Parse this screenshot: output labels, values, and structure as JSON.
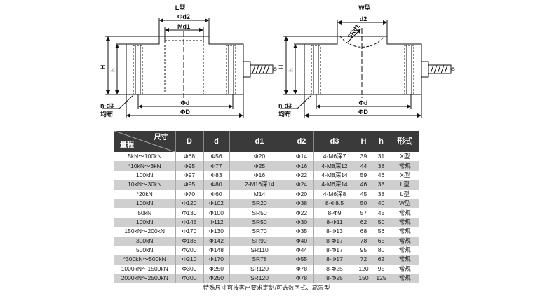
{
  "drawings": {
    "l_type": {
      "title": "L型",
      "phi_d2": "Φd2",
      "md1": "Md1",
      "H": "H",
      "h": "h",
      "phi_d": "Φd",
      "phi_D": "ΦD",
      "n_d3": "n-d3",
      "distributed": "均布"
    },
    "w_type": {
      "title": "W型",
      "d2": "d2",
      "sr_d1": "SRd1",
      "H": "H",
      "h": "h",
      "phi_d": "Φd",
      "phi_D": "ΦD",
      "n_d3": "n-d3",
      "distributed": "均布"
    }
  },
  "table": {
    "header": {
      "size": "尺寸",
      "range": "量程",
      "cols": [
        "D",
        "d",
        "d1",
        "d2",
        "d3",
        "H",
        "h",
        "形式"
      ]
    },
    "rows": [
      [
        "5kN～100kN",
        "Φ68",
        "Φ56",
        "Φ20",
        "Φ14",
        "4-M6深7",
        "39",
        "31",
        "X型"
      ],
      [
        "*10kN～3kN",
        "Φ95",
        "Φ77",
        "Φ25",
        "Φ16",
        "4-M8深12",
        "44",
        "38",
        "常规"
      ],
      [
        "100kN",
        "Φ97",
        "Φ83",
        "Φ16",
        "Φ22",
        "4-M8深14",
        "59",
        "46",
        "X型"
      ],
      [
        "10kN～30kN",
        "Φ95",
        "Φ80",
        "2-M16深14",
        "Φ24",
        "4-M6深14",
        "46",
        "38",
        "L型"
      ],
      [
        "*20kN",
        "Φ70",
        "Φ60",
        "M14",
        "Φ20",
        "4-M6深8",
        "45",
        "38",
        "L型"
      ],
      [
        "100kN",
        "Φ120",
        "Φ102",
        "SR20",
        "Φ38",
        "8-Φ8.5",
        "50",
        "40",
        "W型"
      ],
      [
        "50kN",
        "Φ130",
        "Φ100",
        "SR50",
        "Φ22",
        "8-Φ9",
        "57",
        "45",
        "常规"
      ],
      [
        "100kN",
        "Φ145",
        "Φ112",
        "SR50",
        "Φ30",
        "8-Φ11",
        "62",
        "50",
        "常规"
      ],
      [
        "150kN～200kN",
        "Φ170",
        "Φ130",
        "SR70",
        "Φ35",
        "8-Φ13",
        "68",
        "56",
        "常规"
      ],
      [
        "300kN",
        "Φ188",
        "Φ142",
        "SR90",
        "Φ40",
        "8-Φ17",
        "78",
        "65",
        "常规"
      ],
      [
        "500kN",
        "Φ200",
        "Φ148",
        "SR110",
        "Φ44",
        "8-Φ17",
        "95",
        "80",
        "常规"
      ],
      [
        "*300kN～500kN",
        "Φ210",
        "Φ170",
        "SR78",
        "Φ55",
        "8-Φ17",
        "72",
        "62",
        "常规"
      ],
      [
        "1000kN～1500kN",
        "Φ300",
        "Φ250",
        "SR120",
        "Φ78",
        "8-Φ25",
        "120",
        "95",
        "常规"
      ],
      [
        "2000kN～2500kN",
        "Φ300",
        "Φ250",
        "SR120",
        "Φ78",
        "8-Φ25",
        "150",
        "125",
        "常规"
      ]
    ],
    "note": "特殊尺寸可按客户要求定制/可选数字式、高温型"
  }
}
